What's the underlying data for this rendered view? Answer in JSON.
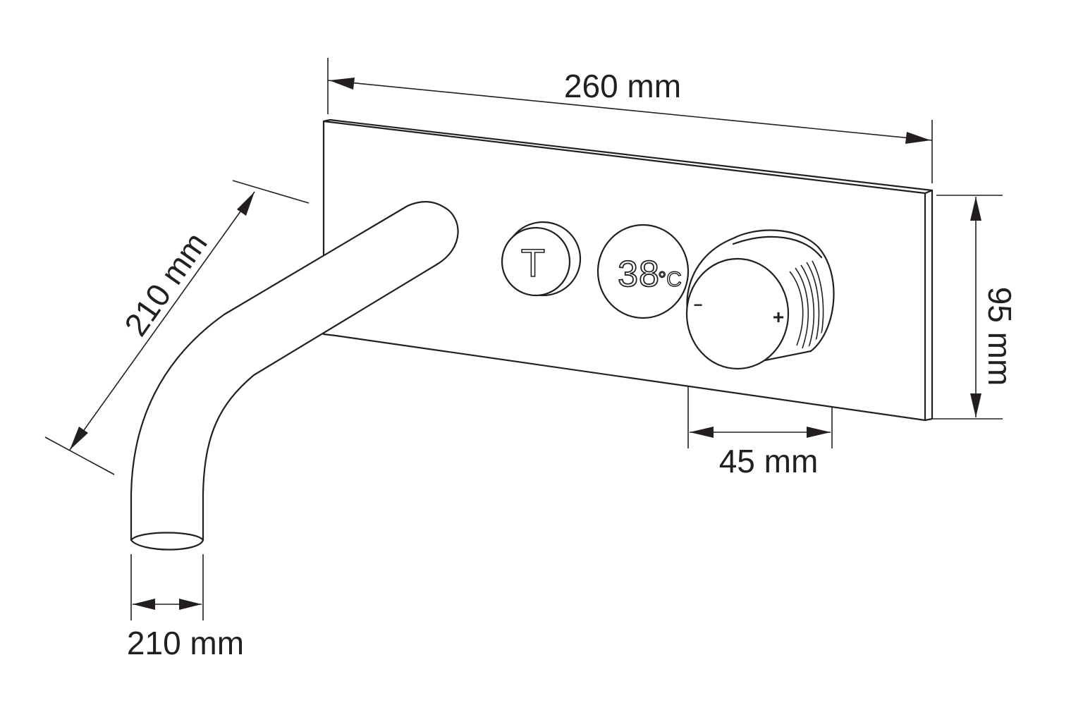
{
  "dimensions": {
    "width_label": "260 mm",
    "height_label": "95 mm",
    "spout_length_label": "210 mm",
    "spout_drop_label": "210 mm",
    "knob_diameter_label": "45 mm"
  },
  "display": {
    "temperature": "38",
    "unit": "°C"
  },
  "knob": {
    "minus_symbol": "−",
    "plus_symbol": "+"
  },
  "button": {
    "symbol": "T"
  }
}
